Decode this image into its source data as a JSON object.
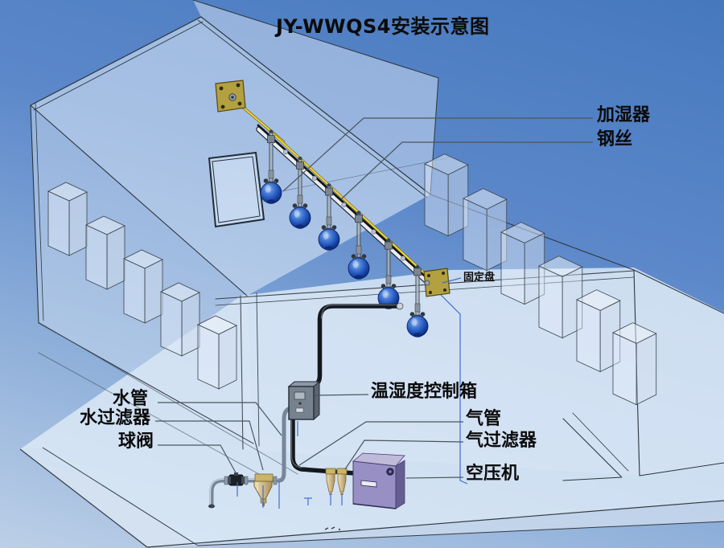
{
  "title": "JY-WWQS4安装示意图",
  "labels": {
    "humidifier": "加湿器",
    "steel_wire": "钢丝",
    "fixing_plate": "固定盘",
    "water_pipe": "水管",
    "water_filter": "水过滤器",
    "ball_valve": "球阀",
    "control_box": "温湿度控制箱",
    "air_pipe": "气管",
    "air_filter": "气过滤器",
    "air_compressor": "空压机"
  },
  "colors": {
    "leader_line": "#4d555e",
    "reference_blue": "#3f6fd0",
    "wire_yellow": "#f2d838",
    "sphere_blue": "#2456c0",
    "brass_plate": "#b3a040",
    "compressor_purple": "#9890c4",
    "label_text": "#0b0b0b"
  }
}
